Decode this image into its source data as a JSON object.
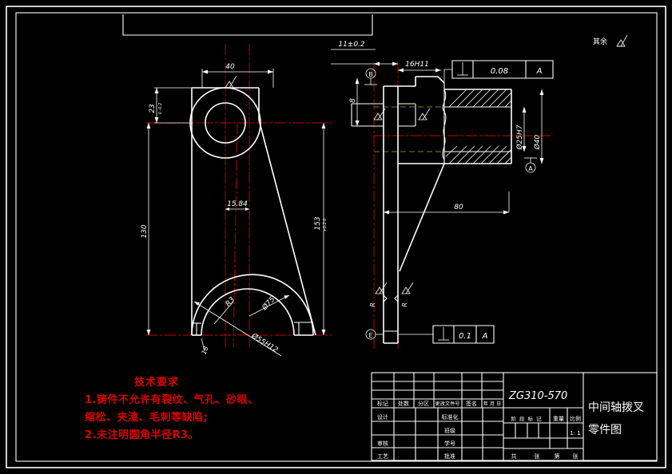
{
  "drawing": {
    "surface_note": "其余",
    "title_main": "中间轴拨叉",
    "title_sub": "零件图",
    "material": "ZG310-570"
  },
  "notes": {
    "header": "技术要求",
    "lines": [
      "1.铸件不允许有裂纹、气孔、砂眼、",
      "缩松、夹渣、毛刺等缺陷;",
      "2.未注明圆角半径R3。"
    ],
    "color": "#dd0000"
  },
  "dimensions": {
    "front_width": "40",
    "front_hub_h": "23",
    "front_height": "130",
    "front_right": "153",
    "front_center_off": "15.84",
    "fork_r": "R3",
    "fork_dia_out": "Ø75",
    "fork_dia_bore": "Ø55H12",
    "fork_small": "18",
    "side_top": "11±0.2",
    "side_slot": "16H11",
    "side_thk": "8",
    "side_bore": "Ø25H7",
    "side_hub": "Ø40",
    "side_len": "80"
  },
  "gdt": {
    "frame_top": {
      "symbol": "⊥",
      "tol": "0.08",
      "datum": "A"
    },
    "frame_bottom": {
      "symbol": "⊥",
      "tol": "0.1",
      "datum": "A"
    },
    "datum_a": "A",
    "datum_b": "B",
    "datum_b2": "B",
    "datum_e": "E"
  },
  "title_block": {
    "rev_headers": [
      "标记",
      "处数",
      "分区",
      "更改文件号",
      "签名",
      "年 月 日"
    ],
    "left_rows": [
      "设计",
      "",
      "审核",
      "工艺"
    ],
    "mid_rows": [
      "标准化",
      "班级",
      "学号",
      "批准"
    ],
    "stage_header": [
      "阶 段 标 记",
      "重量",
      "比例"
    ],
    "scale_value": "1: 1",
    "sheet_row": [
      "共",
      "张",
      "第",
      "张"
    ]
  }
}
